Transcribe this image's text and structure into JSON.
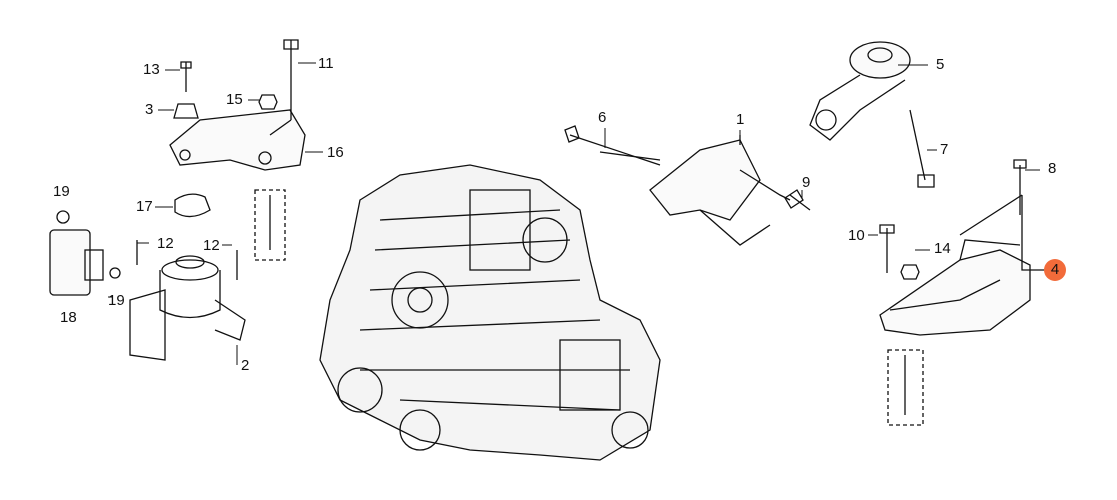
{
  "callouts": {
    "c13": "13",
    "c11": "11",
    "c3": "3",
    "c15": "15",
    "c16": "16",
    "c19a": "19",
    "c17": "17",
    "c12a": "12",
    "c12b": "12",
    "c19b": "19",
    "c18": "18",
    "c2": "2",
    "c6": "6",
    "c1": "1",
    "c9": "9",
    "c5": "5",
    "c7": "7",
    "c8": "8",
    "c10": "10",
    "c14": "14",
    "c4": "4"
  },
  "highlight_color": "#f26b3a"
}
